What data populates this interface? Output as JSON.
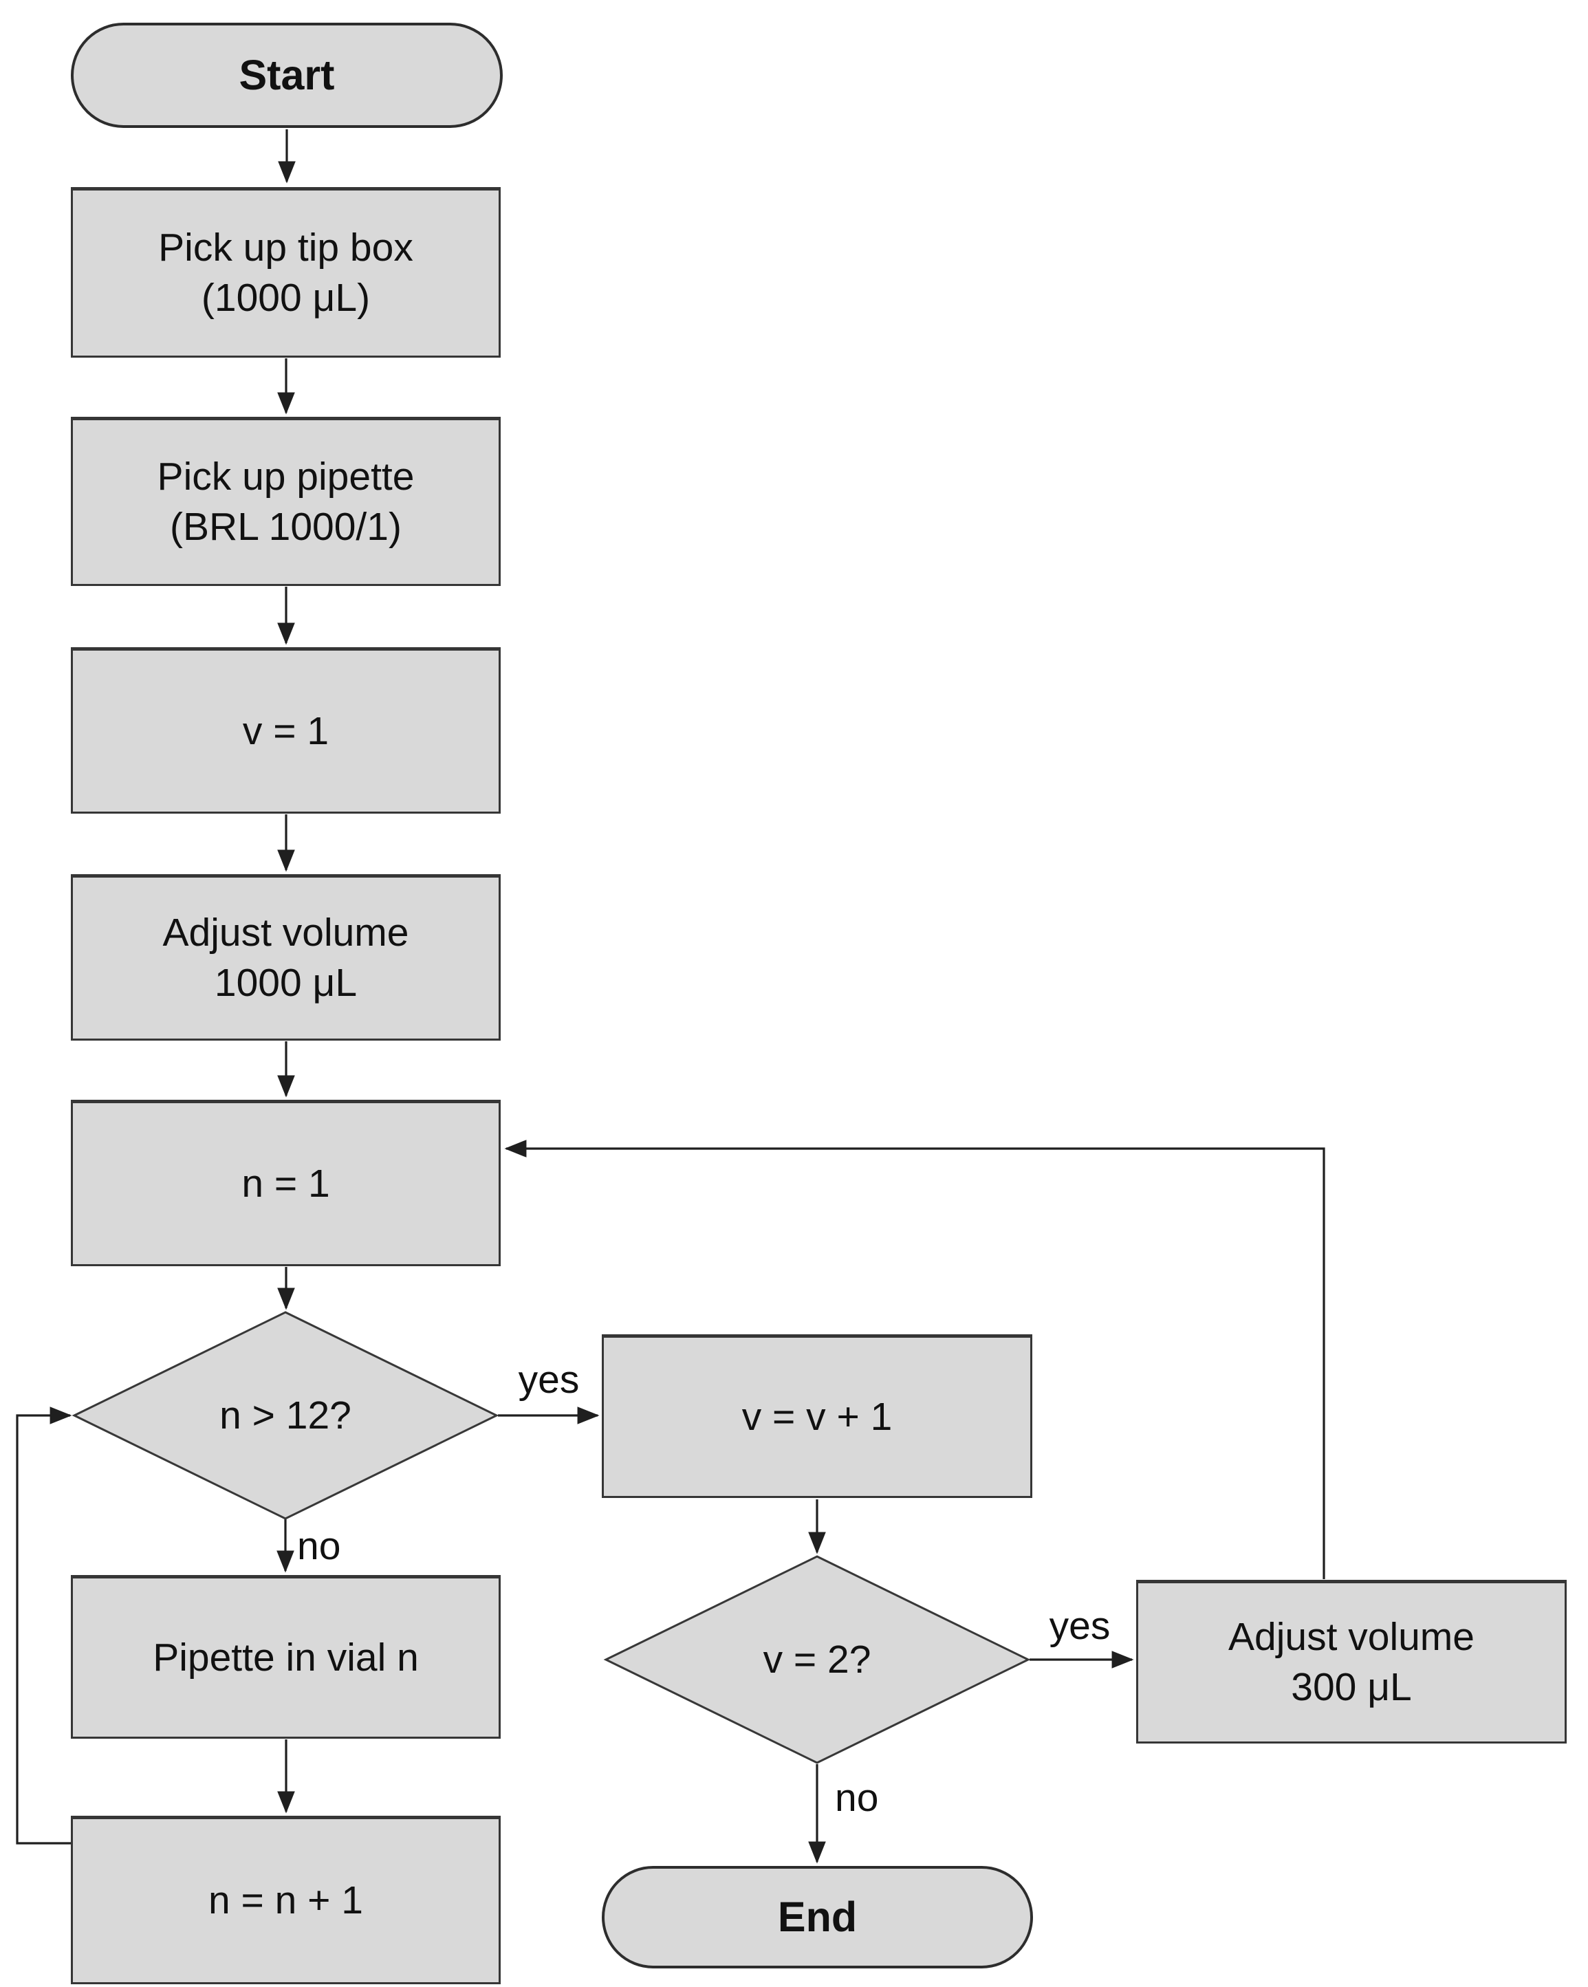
{
  "figure": {
    "type": "flowchart",
    "background_color": "#ffffff",
    "node_fill_color": "#d9d9d9",
    "node_border_color": "#363636",
    "connector_color": "#1f1f1f",
    "text_color": "#111111"
  },
  "nodes": {
    "start": {
      "shape": "terminator",
      "label": "Start"
    },
    "pick_tip_box": {
      "shape": "process",
      "line1": "Pick up tip box",
      "line2": "(1000 μL)"
    },
    "pick_pipette": {
      "shape": "process",
      "line1": "Pick up pipette",
      "line2": "(BRL 1000/1)"
    },
    "v_eq_1": {
      "shape": "process",
      "label": "v = 1"
    },
    "adjust_1000": {
      "shape": "process",
      "line1": "Adjust volume",
      "line2": "1000 μL"
    },
    "n_eq_1": {
      "shape": "process",
      "label": "n = 1"
    },
    "n_gt_12": {
      "shape": "decision",
      "label": "n > 12?"
    },
    "pipette_vial": {
      "shape": "process",
      "label": "Pipette in vial n"
    },
    "n_plus_1": {
      "shape": "process",
      "label": "n = n + 1"
    },
    "v_plus_1": {
      "shape": "process",
      "label": "v = v + 1"
    },
    "v_eq_2": {
      "shape": "decision",
      "label": "v = 2?"
    },
    "adjust_300": {
      "shape": "process",
      "line1": "Adjust volume",
      "line2": "300 μL"
    },
    "end": {
      "shape": "terminator",
      "label": "End"
    }
  },
  "edge_labels": {
    "yes_n": "yes",
    "no_n": "no",
    "yes_v": "yes",
    "no_v": "no"
  }
}
